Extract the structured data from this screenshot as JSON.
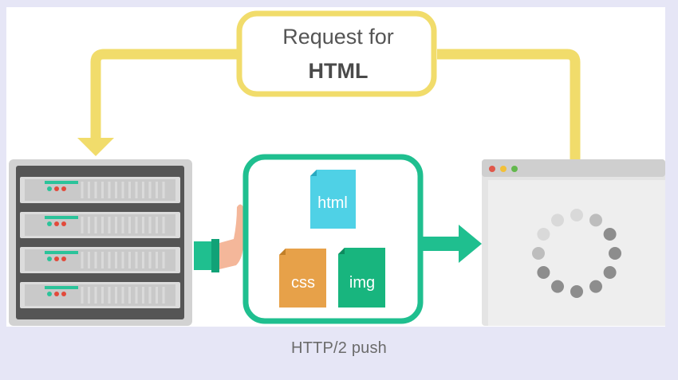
{
  "diagram": {
    "request_line1": "Request for",
    "request_line2": "HTML",
    "files": {
      "html": "html",
      "css": "css",
      "img": "img"
    },
    "colors": {
      "background": "#e6e6f6",
      "panel": "#ffffff",
      "arrow_yellow": "#f1dc6b",
      "push_green": "#1fbf8f",
      "html_file": "#4fd1e6",
      "css_file": "#e7a149",
      "img_file": "#18b57e",
      "server_frame": "#555555",
      "browser_frame": "#e4e4e4"
    }
  },
  "caption": "HTTP/2 push"
}
